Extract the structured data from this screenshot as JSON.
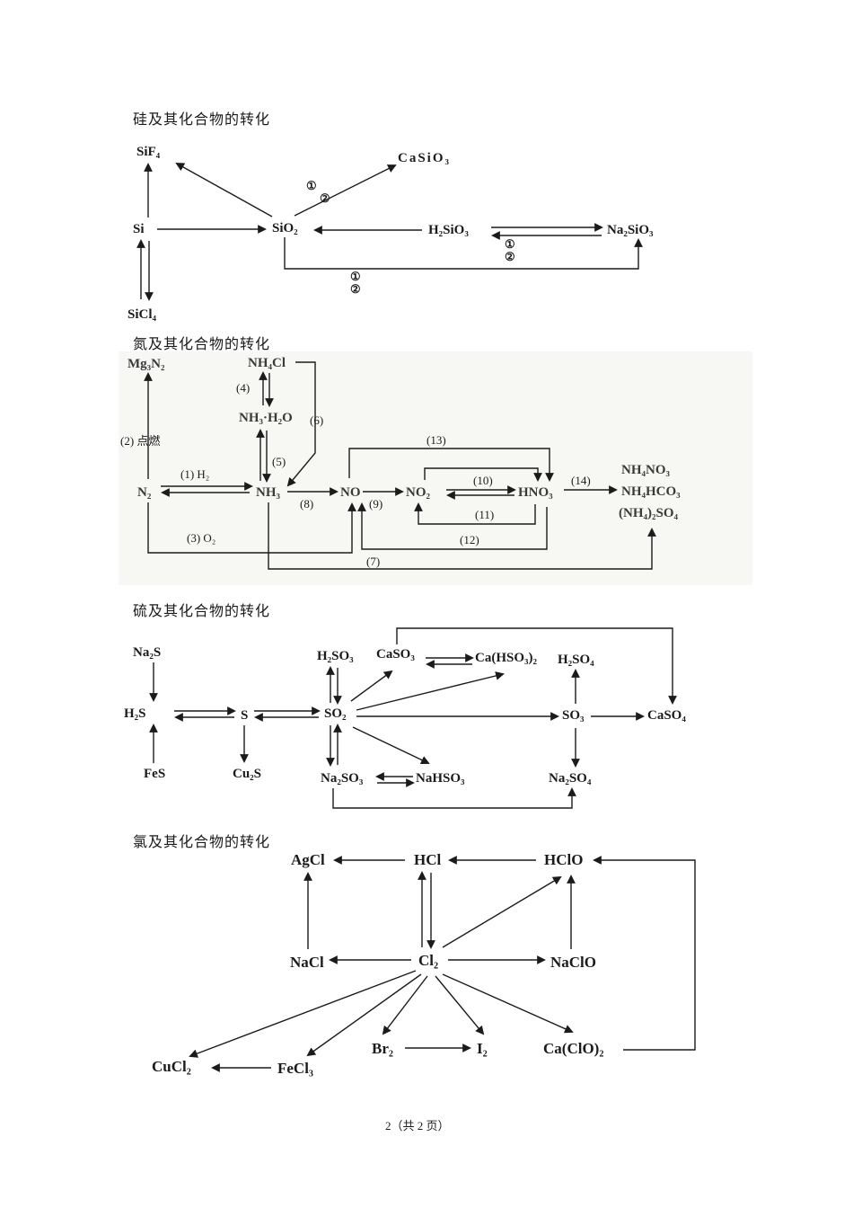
{
  "page": {
    "footer": "2（共 2 页）",
    "ink": "#1b1b1b",
    "background": "#ffffff",
    "nitrogen_panel_tint": "#f7f7f4"
  },
  "silicon": {
    "title": "硅及其化合物的转化",
    "nodes": {
      "sif4": "SiF₄",
      "casio3": "CaSiO₃",
      "si": "Si",
      "sio2": "SiO₂",
      "h2sio3": "H₂SiO₃",
      "na2sio3": "Na₂SiO₃",
      "sicl4": "SiCl₄"
    },
    "labels": {
      "c1_diag": "①",
      "c2_diag": "②",
      "c1_rev": "①",
      "c2_rev": "②",
      "c1_bot": "①",
      "c2_bot": "②"
    }
  },
  "nitrogen": {
    "title": "氮及其化合物的转化",
    "nodes": {
      "mg3n2": "Mg₃N₂",
      "nh4cl": "NH₄Cl",
      "nh3h2o": "NH₃·H₂O",
      "n2": "N₂",
      "nh3": "NH₃",
      "no": "NO",
      "no2": "NO₂",
      "hno3": "HNO₃",
      "nh4no3": "NH₄NO₃",
      "nh4hco3": "NH₄HCO₃",
      "nh42so4": "(NH₄)₂SO₄"
    },
    "labels": {
      "l1": "(1) H₂",
      "l2": "(2) 点燃",
      "l3": "(3) O₂",
      "l4": "(4)",
      "l5": "(5)",
      "l6": "(6)",
      "l7": "(7)",
      "l8": "(8)",
      "l9": "(9)",
      "l10": "(10)",
      "l11": "(11)",
      "l12": "(12)",
      "l13": "(13)",
      "l14": "(14)"
    }
  },
  "sulfur": {
    "title": "硫及其化合物的转化",
    "nodes": {
      "na2s": "Na₂S",
      "h2s": "H₂S",
      "fes": "FeS",
      "s": "S",
      "cu2s": "Cu₂S",
      "so2": "SO₂",
      "h2so3": "H₂SO₃",
      "caso3": "CaSO₃",
      "cahso32": "Ca(HSO₃)₂",
      "h2so4": "H₂SO₄",
      "so3": "SO₃",
      "caso4": "CaSO₄",
      "na2so3": "Na₂SO₃",
      "nahso3": "NaHSO₃",
      "na2so4": "Na₂SO₄"
    }
  },
  "chlorine": {
    "title": "氯及其化合物的转化",
    "nodes": {
      "agcl": "AgCl",
      "hcl": "HCl",
      "hclo": "HClO",
      "nacl": "NaCl",
      "cl2": "Cl₂",
      "naclo": "NaClO",
      "cucl2": "CuCl₂",
      "fecl3": "FeCl₃",
      "br2": "Br₂",
      "i2": "I₂",
      "caclo2": "Ca(ClO)₂"
    }
  }
}
